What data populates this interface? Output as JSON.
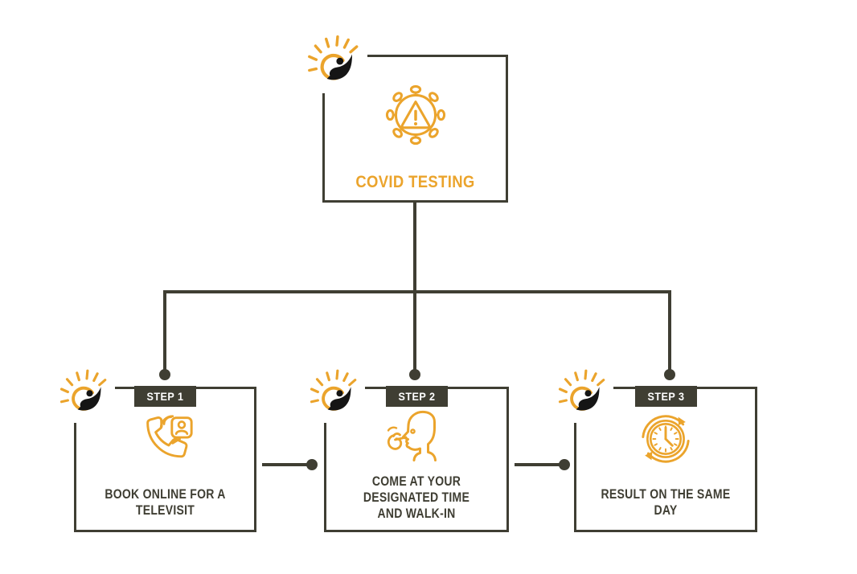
{
  "colors": {
    "accent_orange": "#EBA42C",
    "dark_olive": "#3F3E33",
    "badge_text": "#FFFFFF",
    "background": "#FFFFFF"
  },
  "flowchart": {
    "root": {
      "title": "COVID TESTING",
      "icon": "coronavirus-warning-icon",
      "logo": "sun-person-logo"
    },
    "steps": [
      {
        "badge": "STEP 1",
        "icon": "televisit-phone-icon",
        "caption_lines": [
          "BOOK ONLINE FOR A",
          "TELEVISIT"
        ]
      },
      {
        "badge": "STEP 2",
        "icon": "nasal-swab-test-icon",
        "caption_lines": [
          "COME AT YOUR",
          "DESIGNATED TIME",
          "AND WALK-IN"
        ]
      },
      {
        "badge": "STEP 3",
        "icon": "same-day-clock-icon",
        "caption_lines": [
          "RESULT ON THE SAME DAY"
        ]
      }
    ]
  }
}
